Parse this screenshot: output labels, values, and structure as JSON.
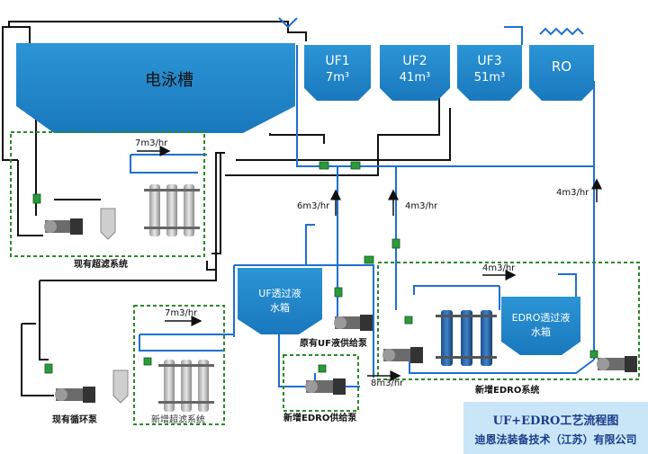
{
  "tanks": {
    "main": "电泳槽",
    "uf1_name": "UF1",
    "uf1_vol": "7m³",
    "uf2_name": "UF2",
    "uf2_vol": "41m³",
    "uf3_name": "UF3",
    "uf3_vol": "51m³",
    "ro_name": "RO",
    "uf_permeate_1": "UF透过液",
    "uf_permeate_2": "水箱",
    "edro_permeate_1": "EDRO透过液",
    "edro_permeate_2": "水箱"
  },
  "flows": {
    "f1": "7m3/hr",
    "f2": "6m3/hr",
    "f3": "4m3/hr",
    "f4": "4m3/hr",
    "f5": "4m3/hr",
    "f6": "7m3/hr",
    "f7": "8m3/hr"
  },
  "systems": {
    "existing_uf": "现有超滤系统",
    "new_uf": "新增超滤系统",
    "new_edro": "新增EDRO系统",
    "existing_circ_pump": "现有循环泵",
    "uf_feed_pump": "原有UF液供给泵",
    "edro_feed_pump": "新增EDRO供给泵"
  },
  "title": {
    "line1": "UF+EDRO工艺流程图",
    "line2": "迪恩法装备技术（江苏）有限公司"
  },
  "colors": {
    "tank_blue": "#1f86c8",
    "pipe_blue": "#1f6fd0",
    "pipe_black": "#111111",
    "dashed_green": "#2a8a2a"
  }
}
